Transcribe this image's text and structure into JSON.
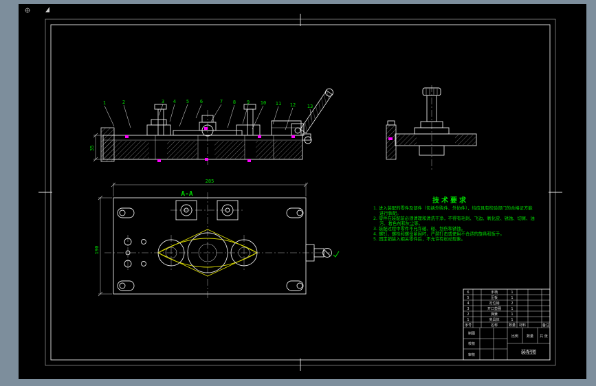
{
  "drawing": {
    "section_label": "A-A",
    "dims": {
      "plan_width": "285",
      "plan_height": "190",
      "base_height": "35"
    },
    "balloons": [
      "1",
      "2",
      "3",
      "4",
      "5",
      "6",
      "7",
      "8",
      "9",
      "10",
      "11",
      "12",
      "13"
    ]
  },
  "tech_requirements": {
    "title": "技术要求",
    "lines": [
      "1. 进入装配的零件及部件（包括外购件、外协件），均应具有检验部门的合格证方能",
      "进行装配。",
      "2. 零件在装配前必须清理和清洗干净，不得有毛刺、飞边、氧化皮、锈蚀、切屑、油",
      "污、着色剂和灰尘等。",
      "3. 装配过程中零件不允许磕、碰、划伤和锈蚀。",
      "4. 螺钉、螺栓和螺母紧固时，严禁打击或使用不合适的旋具和扳手。",
      "5. 固定销装入相关零件后，不允许有松动现象。"
    ]
  },
  "title_block": {
    "headers": [
      "序号",
      "名称",
      "数量",
      "材料",
      "备注"
    ],
    "rows": [
      {
        "no": "6",
        "name": "手柄",
        "qty": "1"
      },
      {
        "no": "5",
        "name": "压板",
        "qty": "1"
      },
      {
        "no": "4",
        "name": "定位销",
        "qty": "2"
      },
      {
        "no": "3",
        "name": "开口垫圈",
        "qty": "1"
      },
      {
        "no": "2",
        "name": "弹簧",
        "qty": "1"
      },
      {
        "no": "1",
        "name": "夹具体",
        "qty": "1"
      }
    ],
    "fields": {
      "draw": "制图",
      "proof": "校核",
      "check": "审核",
      "scale": "比例",
      "qty": "数量",
      "sheets": "共 张",
      "title": "装配图"
    }
  }
}
